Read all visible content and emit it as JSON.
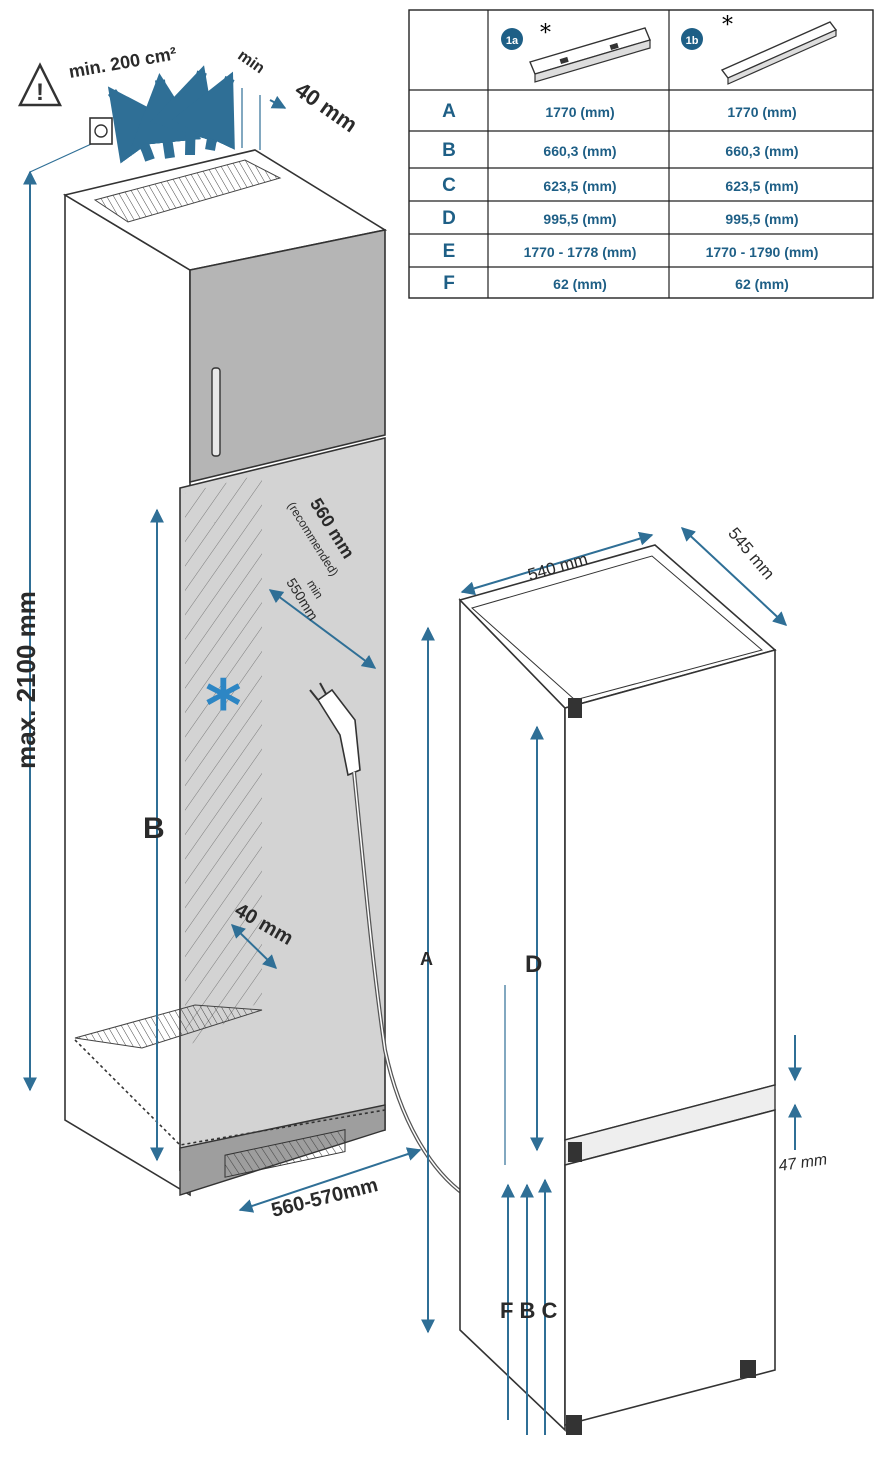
{
  "warning": {
    "icon": "warning-triangle-icon",
    "label": "min. 200 cm²"
  },
  "top_gap": {
    "min": "min",
    "value": "40 mm"
  },
  "niche": {
    "max_height": "max. 2100 mm",
    "depth_label": "560 mm",
    "depth_note": "(recommended)",
    "min_label": "min",
    "min_value": "550mm",
    "rear_gap": "40 mm",
    "width": "560-570mm",
    "letter_b": "B",
    "freezer_icon": "snowflake-asterisk-icon",
    "socket_icon": "socket-icon",
    "plug_icon": "power-plug-icon"
  },
  "appliance": {
    "width": "540 mm",
    "depth": "545 mm",
    "gap": "47 mm",
    "letter_a": "A",
    "letter_d": "D",
    "letters_fbc": "F B C"
  },
  "table": {
    "columns": [
      {
        "badge": "1a",
        "star": "*",
        "icon": "bracket-1a-icon"
      },
      {
        "badge": "1b",
        "star": "*",
        "icon": "bracket-1b-icon"
      }
    ],
    "rows": [
      {
        "label": "A",
        "c1": "1770 (mm)",
        "c2": "1770 (mm)"
      },
      {
        "label": "B",
        "c1": "660,3 (mm)",
        "c2": "660,3 (mm)"
      },
      {
        "label": "C",
        "c1": "623,5 (mm)",
        "c2": "623,5 (mm)"
      },
      {
        "label": "D",
        "c1": "995,5 (mm)",
        "c2": "995,5 (mm)"
      },
      {
        "label": "E",
        "c1": "1770 - 1778 (mm)",
        "c2": "1770 - 1790 (mm)"
      },
      {
        "label": "F",
        "c1": "62 (mm)",
        "c2": "62 (mm)"
      }
    ]
  },
  "colors": {
    "accent": "#1e5f86",
    "door_gray": "#b5b5b5",
    "niche_gray": "#d3d3d3"
  }
}
